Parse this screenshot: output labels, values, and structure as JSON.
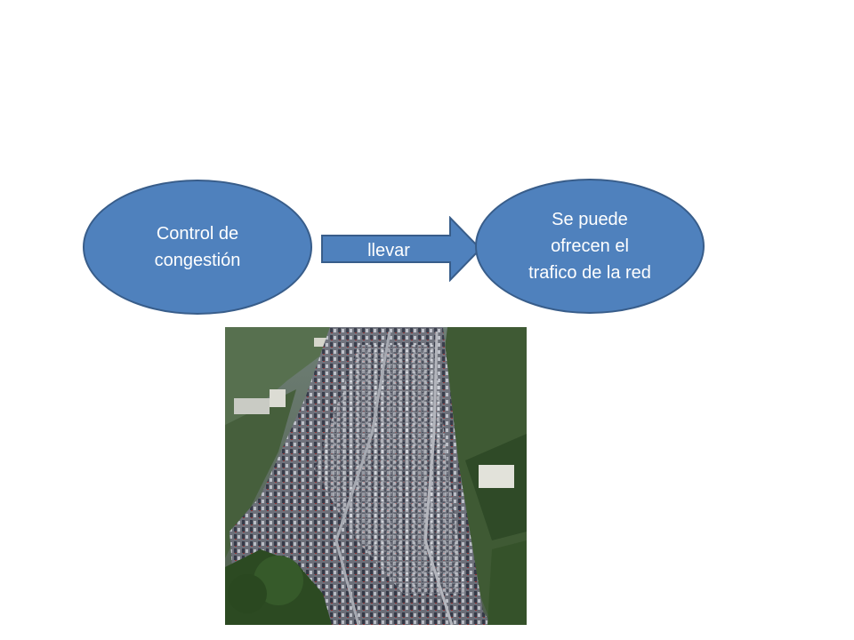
{
  "diagram": {
    "left_node": {
      "label": "Control de\ncongestión"
    },
    "arrow": {
      "label": "llevar"
    },
    "right_node": {
      "label": "Se puede\nofrecen el\ntrafico de la red"
    }
  },
  "photo": {
    "subject": "highway-traffic-jam"
  },
  "colors": {
    "shape_fill": "#4f81bd",
    "shape_border": "#385d8a",
    "text": "#ffffff"
  }
}
